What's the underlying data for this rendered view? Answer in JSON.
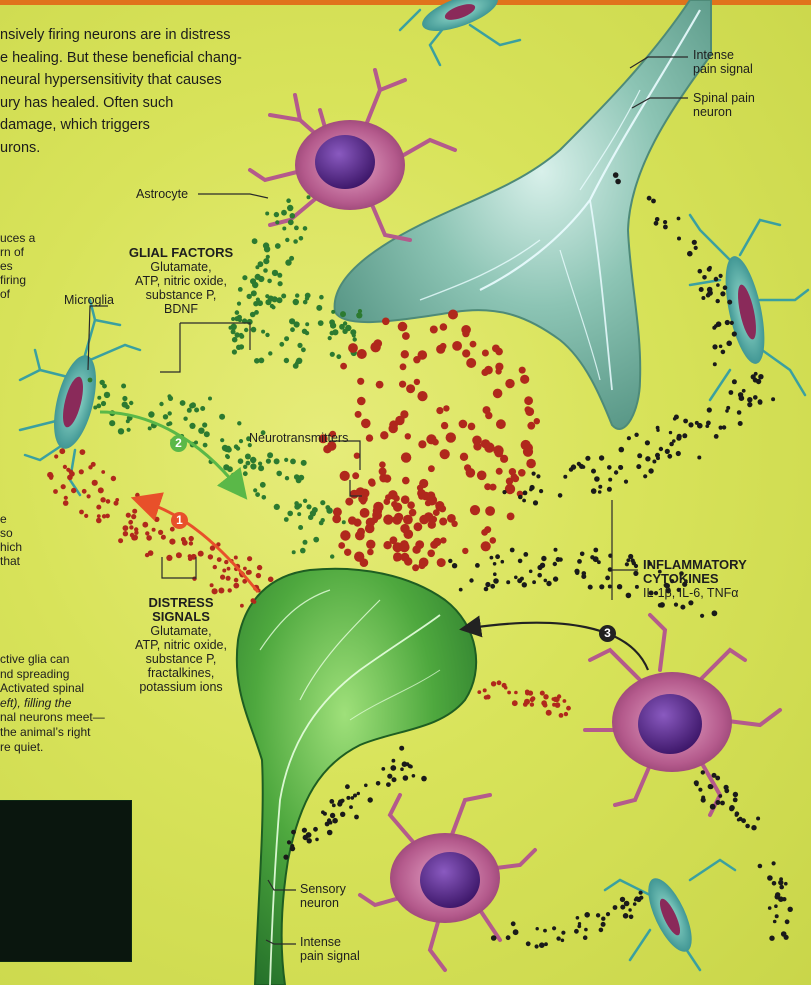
{
  "intro_lines": [
    "nsively firing neurons are in distress",
    "e healing. But these beneficial chang-",
    "neural hypersensitivity that causes",
    "ury has healed. Often such",
    "damage, which triggers",
    "urons."
  ],
  "fragment_top": [
    "uces a",
    "rn of",
    "es",
    "firing",
    "of"
  ],
  "fragment_mid": [
    "e",
    "so",
    "hich",
    "that"
  ],
  "caption_lines": [
    "ctive glia can",
    "nd spreading",
    " Activated spinal",
    "eft), filling the",
    "nal neurons meet—",
    " the animal’s right",
    "re quiet."
  ],
  "labels": {
    "intense_pain_top": [
      "Intense",
      "pain signal"
    ],
    "spinal_pain_neuron": [
      "Spinal pain",
      "neuron"
    ],
    "astrocyte": "Astrocyte",
    "microglia": "Microglia",
    "neurotransmitters": "Neurotransmitters",
    "glial_factors": {
      "heading": "GLIAL FACTORS",
      "items": [
        "Glutamate,",
        "ATP, nitric oxide,",
        "substance P,",
        "BDNF"
      ]
    },
    "distress_signals": {
      "heading": [
        "DISTRESS",
        "SIGNALS"
      ],
      "items": [
        "Glutamate,",
        "ATP, nitric oxide,",
        "substance P,",
        "fractalkines,",
        "potassium ions"
      ]
    },
    "inflammatory_cytokines": {
      "heading": [
        "INFLAMMATORY",
        "CYTOKINES"
      ],
      "items": "IL-1β, IL-6, TNFα"
    },
    "sensory_neuron": [
      "Sensory",
      "neuron"
    ],
    "intense_pain_bottom": [
      "Intense",
      "pain signal"
    ]
  },
  "steps": [
    {
      "number": "1",
      "color": "#e8502a"
    },
    {
      "number": "2",
      "color": "#5ab848"
    },
    {
      "number": "3",
      "color": "#222222"
    }
  ],
  "colors": {
    "background": "#d8e35a",
    "header_bar": "#e0731c",
    "neurotransmitter_dots": "#b0281c",
    "glial_dots": "#2c7a30",
    "cytokine_dots": "#1a1a1a",
    "spinal_neuron": "#7fb6a6",
    "sensory_neuron": "#4ea83e",
    "astrocyte": "#b45a8c",
    "nucleus": "#5a2a86",
    "microglia": "#3aa0a0"
  }
}
